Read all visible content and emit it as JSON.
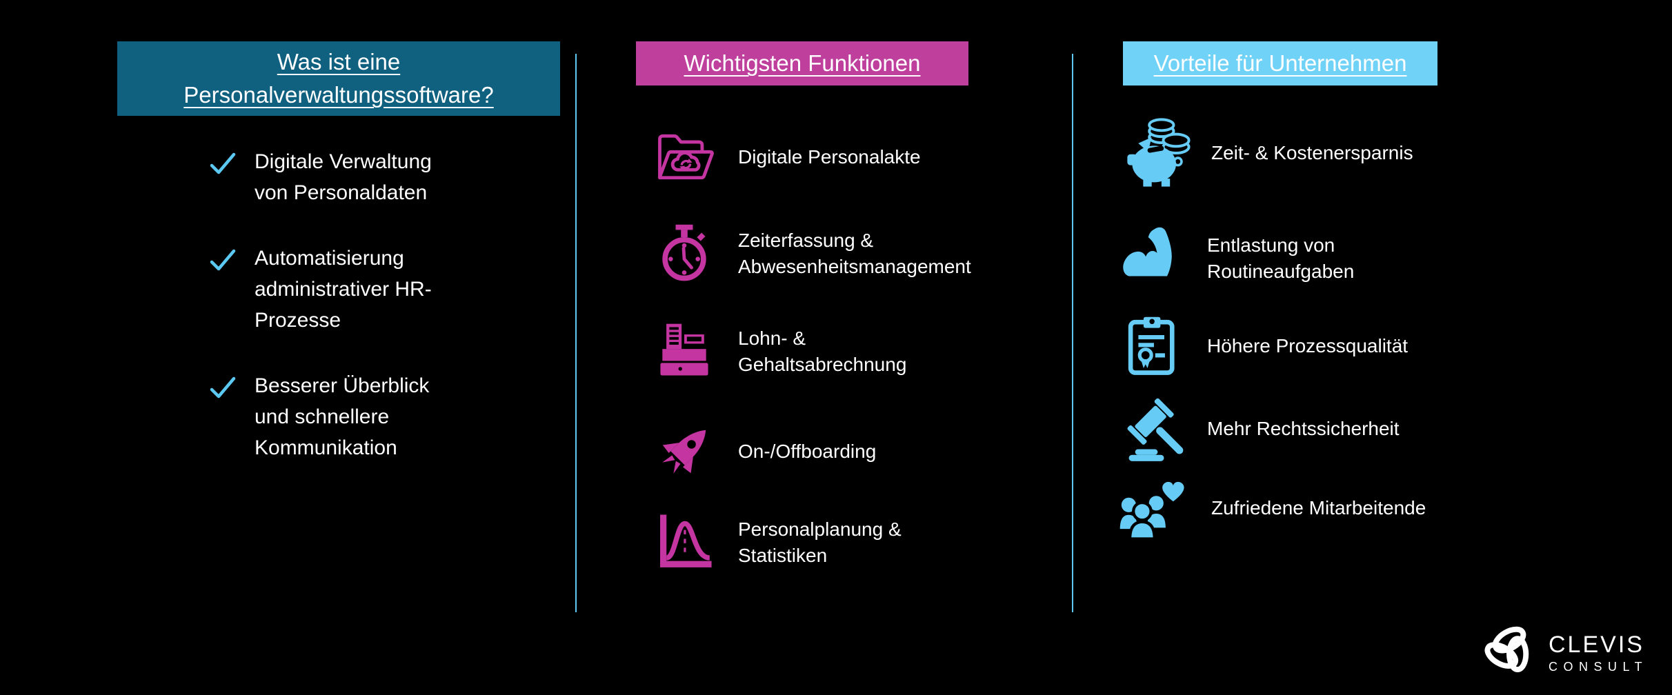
{
  "slide": {
    "background": "#000000",
    "divider_color": "#5CC9F3",
    "text_color": "#FFFFFF"
  },
  "columns": [
    {
      "header": {
        "label": "Was ist eine\nPersonalverwaltungssoftware?",
        "bg_color": "#10607F"
      },
      "check_color": "#5CC9F3",
      "bullets": [
        {
          "icon": "check-icon",
          "label": "Digitale Verwaltung\nvon Personaldaten"
        },
        {
          "icon": "check-icon",
          "label": "Automatisierung\nadministrativer HR-\nProzesse"
        },
        {
          "icon": "check-icon",
          "label": "Besserer Überblick\nund schnellere\nKommunikation"
        }
      ]
    },
    {
      "header": {
        "label": "Wichtigsten Funktionen",
        "bg_color": "#BF3F9D"
      },
      "accent_color": "#C435A1",
      "items": [
        {
          "icon": "folder-cloud-sync-icon",
          "label": "Digitale Personalakte"
        },
        {
          "icon": "stopwatch-icon",
          "label": "Zeiterfassung &\nAbwesenheitsmanagement"
        },
        {
          "icon": "cash-register-icon",
          "label": "Lohn- &\nGehaltsabrechnung"
        },
        {
          "icon": "rocket-icon",
          "label": "On-/Offboarding"
        },
        {
          "icon": "bell-curve-chart-icon",
          "label": "Personalplanung &\nStatistiken"
        }
      ]
    },
    {
      "header": {
        "label": "Vorteile für Unternehmen",
        "bg_color": "#70D2F7"
      },
      "accent_color": "#66CCF5",
      "items": [
        {
          "icon": "piggy-bank-coins-icon",
          "label": "Zeit- & Kostenersparnis"
        },
        {
          "icon": "muscle-arm-icon",
          "label": "Entlastung von\nRoutineaufgaben"
        },
        {
          "icon": "clipboard-certificate-icon",
          "label": "Höhere Prozessqualität"
        },
        {
          "icon": "gavel-icon",
          "label": "Mehr Rechtssicherheit"
        },
        {
          "icon": "people-heart-icon",
          "label": "Zufriedene Mitarbeitende"
        }
      ]
    }
  ],
  "logo": {
    "icon": "clevis-knot-icon",
    "brand": "CLEVIS",
    "subbrand": "CONSULT"
  }
}
